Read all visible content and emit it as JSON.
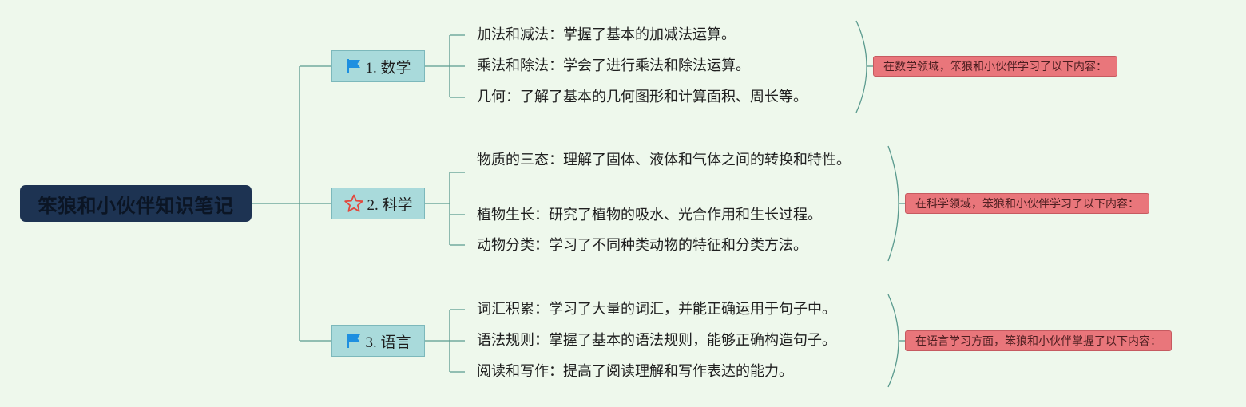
{
  "root": {
    "title": "笨狼和小伙伴知识笔记"
  },
  "colors": {
    "background": "#eef8ec",
    "root": "#1d3352",
    "branch": "#a9dadb",
    "note": "#e9767b",
    "line": "#5a9a8e",
    "flag": "#1e8fe0",
    "star": "#e2483d"
  },
  "branches": [
    {
      "label": "1. 数学",
      "icon": "flag-icon",
      "items": [
        "加法和减法：掌握了基本的加减法运算。",
        "乘法和除法：学会了进行乘法和除法运算。",
        "几何：了解了基本的几何图形和计算面积、周长等。"
      ],
      "summary": "在数学领域，笨狼和小伙伴学习了以下内容："
    },
    {
      "label": "2. 科学",
      "icon": "star-icon",
      "items": [
        "物质的三态：理解了固体、液体和气体之间的转换和特性。",
        "植物生长：研究了植物的吸水、光合作用和生长过程。",
        "动物分类：学习了不同种类动物的特征和分类方法。"
      ],
      "summary": "在科学领域，笨狼和小伙伴学习了以下内容："
    },
    {
      "label": "3. 语言",
      "icon": "flag-icon",
      "items": [
        "词汇积累：学习了大量的词汇，并能正确运用于句子中。",
        "语法规则：掌握了基本的语法规则，能够正确构造句子。",
        "阅读和写作：提高了阅读理解和写作表达的能力。"
      ],
      "summary": "在语言学习方面，笨狼和小伙伴掌握了以下内容："
    }
  ]
}
